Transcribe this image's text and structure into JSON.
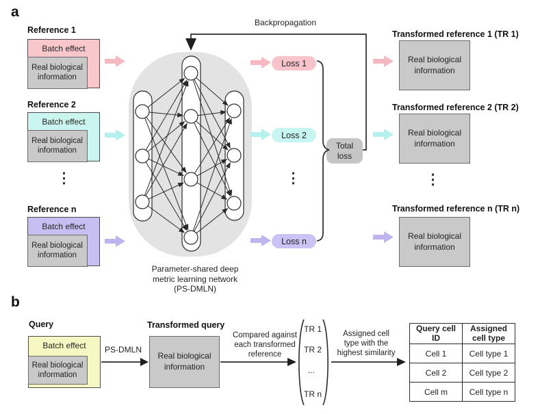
{
  "panel_a": {
    "label": "a",
    "backprop_label": "Backpropagation",
    "references": [
      {
        "title": "Reference 1",
        "batch_label": "Batch effect",
        "bio_label": "Real biological information"
      },
      {
        "title": "Reference 2",
        "batch_label": "Batch effect",
        "bio_label": "Real biological information"
      },
      {
        "title": "Reference n",
        "batch_label": "Batch effect",
        "bio_label": "Real biological information"
      }
    ],
    "losses": [
      "Loss 1",
      "Loss 2",
      "Loss n"
    ],
    "total_loss": {
      "line1": "Total",
      "line2": "loss"
    },
    "network_caption": {
      "line1": "Parameter-shared deep",
      "line2": "metric learning network",
      "line3": "(PS-DMLN)"
    },
    "transformed": [
      {
        "title": "Transformed reference 1 (TR 1)",
        "bio_label": "Real biological information"
      },
      {
        "title": "Transformed reference 2 (TR 2)",
        "bio_label": "Real biological information"
      },
      {
        "title": "Transformed reference n (TR n)",
        "bio_label": "Real biological information"
      }
    ],
    "ellipsis_v": "⋮"
  },
  "panel_b": {
    "label": "b",
    "query": {
      "title": "Query",
      "batch_label": "Batch effect",
      "bio_label": "Real biological information"
    },
    "psdmln_label": "PS-DMLN",
    "transformed_query": {
      "title": "Transformed query",
      "bio_label": "Real biological information"
    },
    "compared_label": {
      "line1": "Compared against",
      "line2": "each transformed",
      "line3": "reference"
    },
    "tr_list": [
      "TR 1",
      "TR 2",
      "...",
      "TR n"
    ],
    "assigned_label": {
      "line1": "Assigned cell",
      "line2": "type with the",
      "line3": "highest similarity"
    },
    "table": {
      "headers": {
        "col1": "Query cell ID",
        "col2": "Assigned cell type"
      },
      "rows": [
        [
          "Cell 1",
          "Cell type 1"
        ],
        [
          "Cell 2",
          "Cell type 2"
        ],
        [
          "Cell m",
          "Cell type n"
        ]
      ]
    }
  },
  "colors": {
    "pink": "#f8c6cb",
    "cyan": "#cbf5f1",
    "purple": "#c7bef2",
    "yellow": "#f7f7c4",
    "gray_box": "#c9c9c9",
    "network_blob": "#e3e3e3",
    "total_loss_bg": "#c5c5c5",
    "line": "#2a2a2a"
  }
}
